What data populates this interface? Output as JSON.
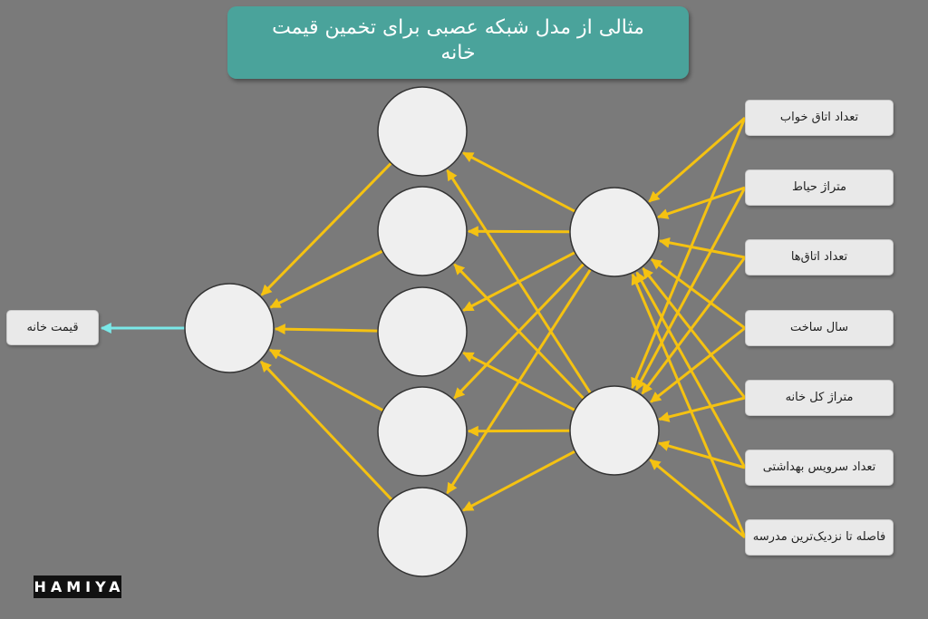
{
  "title": "مثالی از مدل شبکه عصبی برای تخمین قیمت خانه",
  "inputs": [
    "تعداد اتاق خواب",
    "متراژ حیاط",
    "تعداد اتاق‌ها",
    "سال ساخت",
    "متراژ کل خانه",
    "تعداد سرویس بهداشتی",
    "فاصله تا نزدیک‌ترین مدرسه"
  ],
  "output": "قیمت خانه",
  "logo": "HAMIYA",
  "colors": {
    "background": "#7a7a7a",
    "title_bg": "#4aa39b",
    "arrow": "#f5c211",
    "output_arrow": "#7ae8e8",
    "node": "#efefef"
  }
}
